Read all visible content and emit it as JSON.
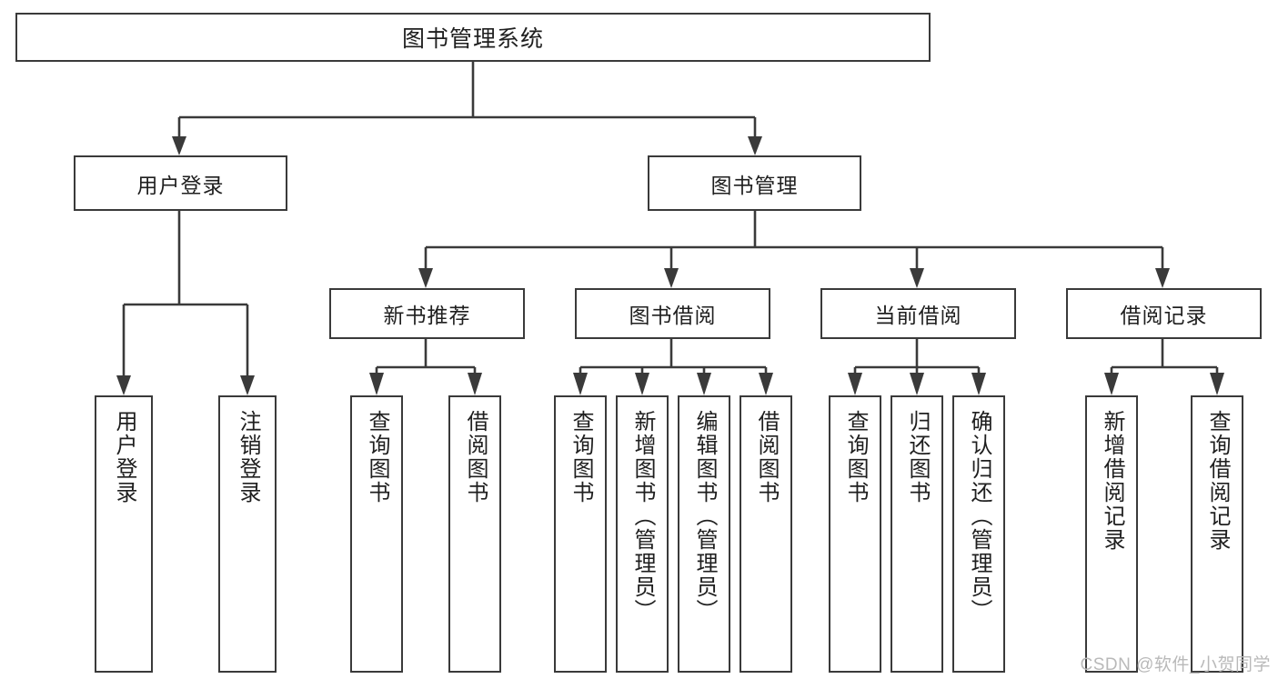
{
  "diagram": {
    "type": "tree",
    "title": "图书管理系统",
    "root": {
      "label": "图书管理系统"
    },
    "level1": [
      {
        "label": "用户登录"
      },
      {
        "label": "图书管理"
      }
    ],
    "level2": [
      {
        "label": "新书推荐"
      },
      {
        "label": "图书借阅"
      },
      {
        "label": "当前借阅"
      },
      {
        "label": "借阅记录"
      }
    ],
    "leaves": {
      "user_login": [
        {
          "label": "用户登录"
        },
        {
          "label": "注销登录"
        }
      ],
      "new_book_recommend": [
        {
          "label": "查询图书"
        },
        {
          "label": "借阅图书"
        }
      ],
      "book_borrow": [
        {
          "label": "查询图书"
        },
        {
          "label": "新增图书（管理员）"
        },
        {
          "label": "编辑图书（管理员）"
        },
        {
          "label": "借阅图书"
        }
      ],
      "current_borrow": [
        {
          "label": "查询图书"
        },
        {
          "label": "归还图书"
        },
        {
          "label": "确认归还（管理员）"
        }
      ],
      "borrow_record": [
        {
          "label": "新增借阅记录"
        },
        {
          "label": "查询借阅记录"
        }
      ]
    }
  },
  "watermark": {
    "text": "CSDN @软件_小贺同学"
  },
  "colors": {
    "border": "#3a3a3a",
    "background": "#ffffff",
    "text": "#1f1f1f",
    "watermark": "#b9b9b9"
  }
}
